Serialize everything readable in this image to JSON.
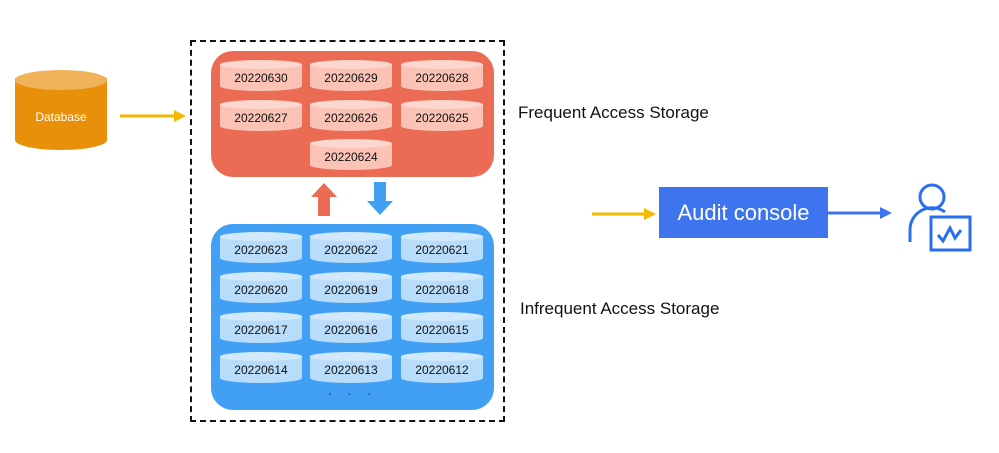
{
  "database": {
    "label": "Database",
    "icon": "database-cylinder-icon"
  },
  "frequent": {
    "label": "Frequent Access Storage",
    "color": "#EC6B55",
    "items": [
      "20220630",
      "20220629",
      "20220628",
      "20220627",
      "20220626",
      "20220625",
      "20220624"
    ]
  },
  "infrequent": {
    "label": "Infrequent Access Storage",
    "color": "#42A0F4",
    "items": [
      "20220623",
      "20220622",
      "20220621",
      "20220620",
      "20220619",
      "20220618",
      "20220617",
      "20220616",
      "20220615",
      "20220614",
      "20220613",
      "20220612"
    ],
    "more": ". . ."
  },
  "console": {
    "label": "Audit console",
    "color": "#3F74EF"
  },
  "auditor": {
    "icon": "user-monitor-icon"
  },
  "arrow_colors": {
    "input": "#F5B800",
    "output": "#3F74EF",
    "up": "#EC6B55",
    "down": "#42A0F4"
  }
}
